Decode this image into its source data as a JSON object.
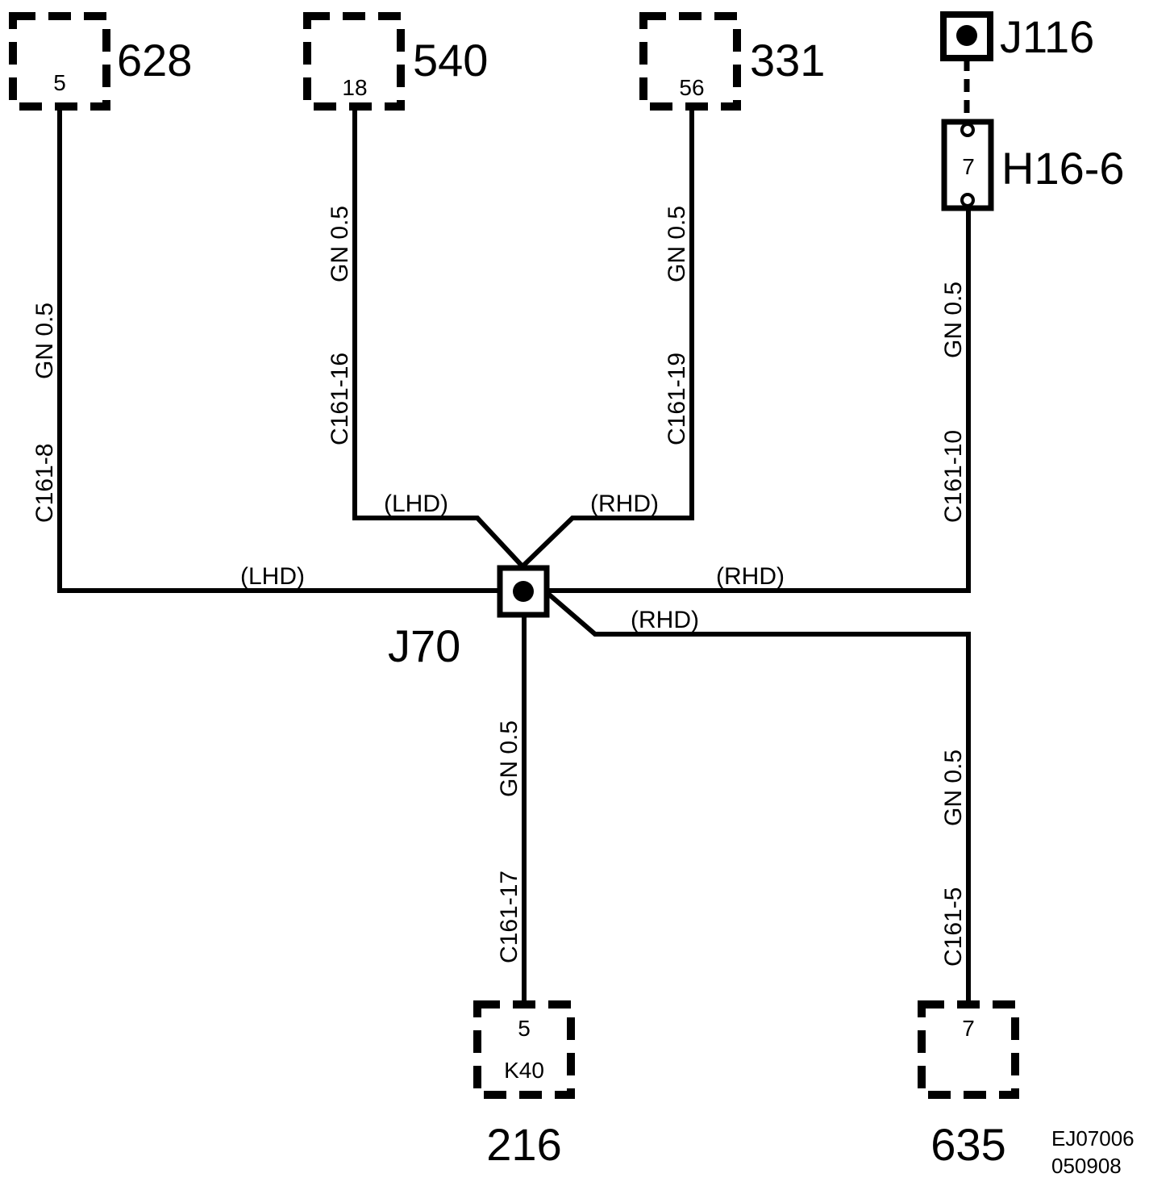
{
  "components": {
    "c628": {
      "id": "628",
      "pin": "5"
    },
    "c540": {
      "id": "540",
      "pin": "18"
    },
    "c331": {
      "id": "331",
      "pin": "56"
    },
    "c216": {
      "id": "216",
      "pin": "5",
      "connector": "K40"
    },
    "c635": {
      "id": "635",
      "pin": "7"
    }
  },
  "splice_j70": "J70",
  "splice_j116": "J116",
  "connector_h16": {
    "id": "H16-6",
    "pin": "7"
  },
  "wires": {
    "w628": {
      "circuit": "C161-8",
      "spec": "GN  0.5"
    },
    "w540": {
      "circuit": "C161-16",
      "spec": "GN  0.5"
    },
    "w331": {
      "circuit": "C161-19",
      "spec": "GN  0.5"
    },
    "wh16": {
      "circuit": "C161-10",
      "spec": "GN  0.5"
    },
    "w216": {
      "circuit": "C161-17",
      "spec": "GN  0.5"
    },
    "w635": {
      "circuit": "C161-5",
      "spec": "GN  0.5"
    }
  },
  "drive_labels": {
    "lhd_top": "(LHD)",
    "rhd_top": "(RHD)",
    "lhd_main": "(LHD)",
    "rhd_main": "(RHD)",
    "rhd_lower": "(RHD)"
  },
  "drawing_code": {
    "line1": "EJ07006",
    "line2": "050908"
  }
}
